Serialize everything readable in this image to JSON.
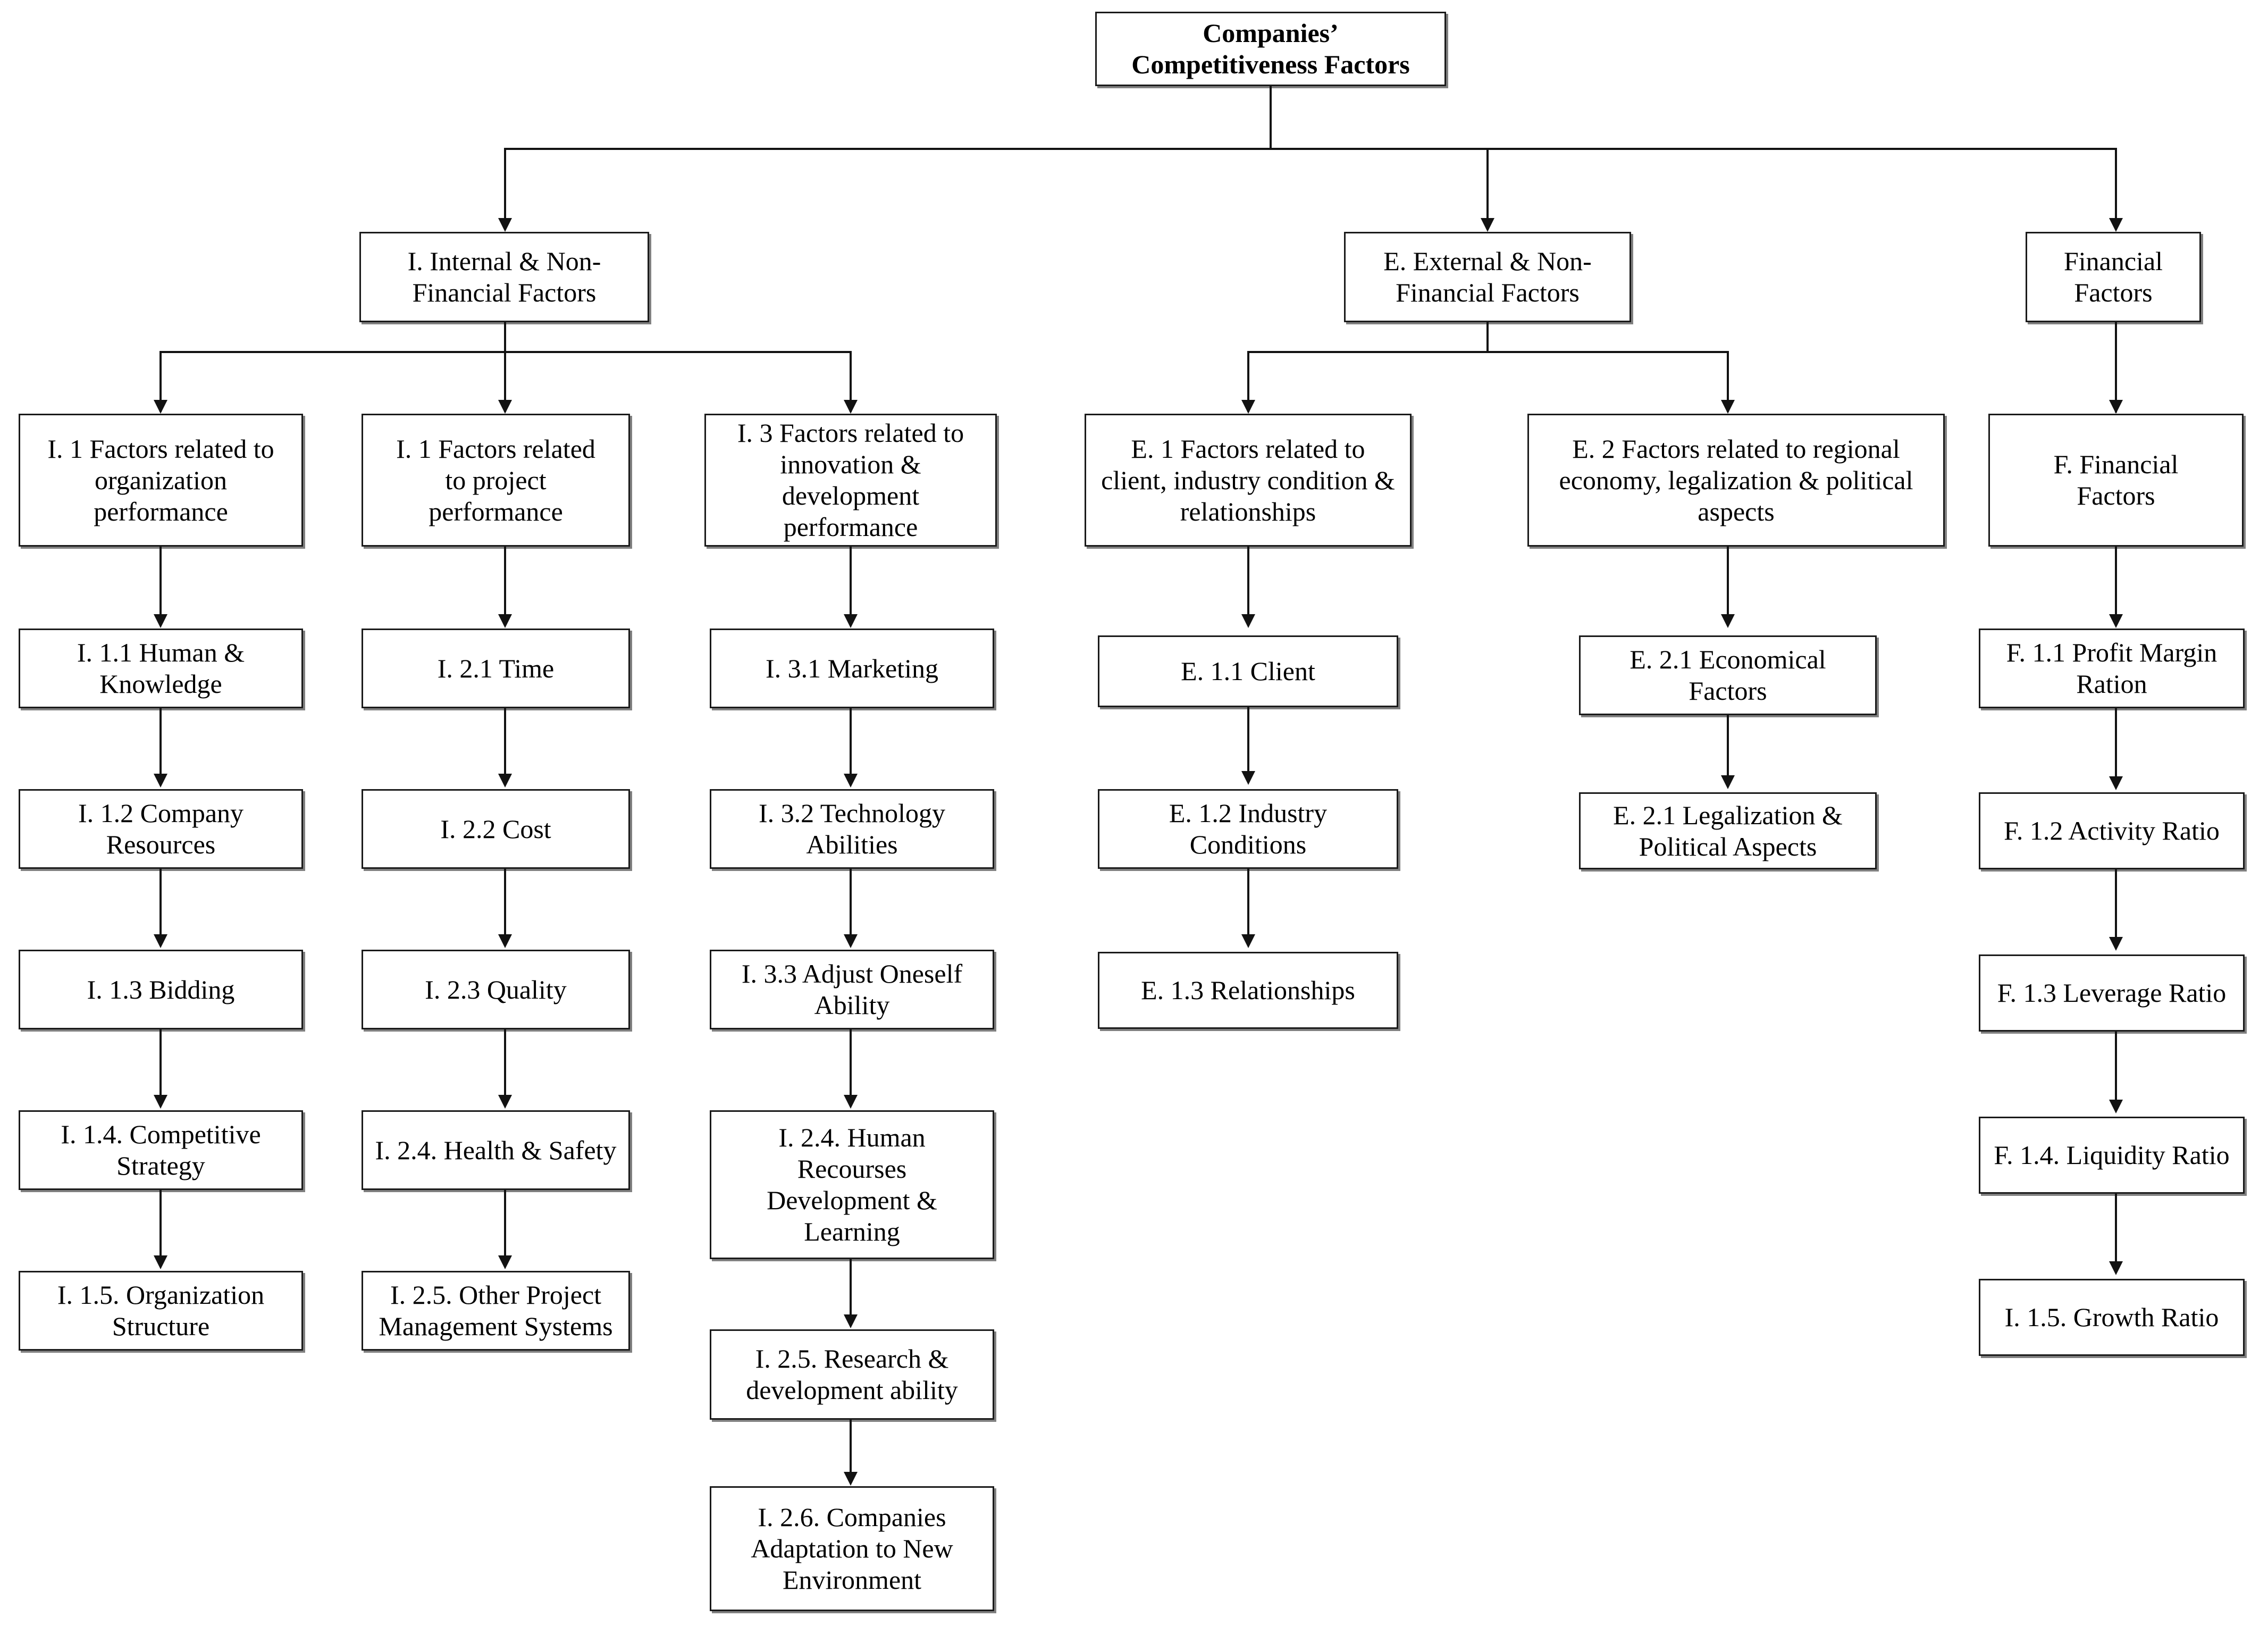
{
  "diagram": {
    "type": "hierarchy-tree",
    "title": "Companies' Competitiveness Factors",
    "root": {
      "label": "Companies’\nCompetitiveness Factors"
    },
    "level2": [
      {
        "id": "internal",
        "label": "I. Internal & Non-\nFinancial Factors"
      },
      {
        "id": "external",
        "label": "E. External & Non-\nFinancial Factors"
      },
      {
        "id": "financial",
        "label": "Financial\nFactors"
      }
    ],
    "level3": [
      {
        "id": "i1",
        "parent": "internal",
        "label": "I. 1 Factors related to\norganization\nperformance"
      },
      {
        "id": "i2",
        "parent": "internal",
        "label": "I. 1 Factors related\nto project\nperformance"
      },
      {
        "id": "i3",
        "parent": "internal",
        "label": "I. 3 Factors related to\ninnovation & development\nperformance"
      },
      {
        "id": "e1",
        "parent": "external",
        "label": "E. 1 Factors related to\nclient, industry condition &\nrelationships"
      },
      {
        "id": "e2",
        "parent": "external",
        "label": "E. 2 Factors related to regional\neconomy, legalization & political\naspects"
      },
      {
        "id": "f1",
        "parent": "financial",
        "label": "F. Financial\nFactors"
      }
    ],
    "chains": {
      "i1": [
        "I. 1.1 Human &\nKnowledge",
        "I. 1.2 Company\nResources",
        "I. 1.3 Bidding",
        "I. 1.4. Competitive\nStrategy",
        "I. 1.5. Organization\nStructure"
      ],
      "i2": [
        "I. 2.1 Time",
        "I. 2.2 Cost",
        "I. 2.3 Quality",
        "I. 2.4. Health & Safety",
        "I. 2.5. Other Project\nManagement Systems"
      ],
      "i3": [
        "I. 3.1 Marketing",
        "I. 3.2 Technology\nAbilities",
        "I. 3.3 Adjust Oneself\nAbility",
        "I. 2.4. Human\nRecourses\nDevelopment &\nLearning",
        "I. 2.5. Research &\ndevelopment ability",
        "I. 2.6. Companies\nAdaptation to New\nEnvironment"
      ],
      "e1": [
        "E. 1.1 Client",
        "E. 1.2 Industry\nConditions",
        "E. 1.3 Relationships"
      ],
      "e2": [
        "E. 2.1 Economical\nFactors",
        "E. 2.1 Legalization &\nPolitical Aspects"
      ],
      "f1": [
        "F. 1.1 Profit Margin\nRation",
        "F. 1.2 Activity Ratio",
        "F. 1.3 Leverage Ratio",
        "F. 1.4. Liquidity Ratio",
        "I. 1.5. Growth Ratio"
      ]
    },
    "colors": {
      "box_border": "#1a1a1a",
      "box_fill": "#ffffff",
      "connector": "#121212",
      "shadow": "#808080"
    }
  }
}
